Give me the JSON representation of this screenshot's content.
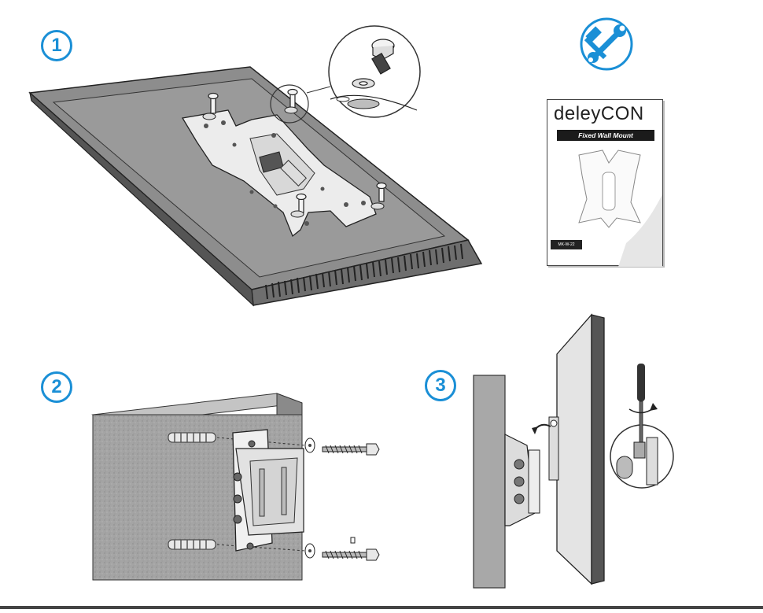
{
  "steps": [
    {
      "number": "1"
    },
    {
      "number": "2"
    },
    {
      "number": "3"
    }
  ],
  "manual": {
    "brand": "deleyCON",
    "title": "Fixed Wall Mount",
    "code": "MK-W-22",
    "tiny_text": ""
  },
  "icons": {
    "tools": "hammer-wrench-icon",
    "rotate": "rotate-arrow-icon"
  },
  "colors": {
    "accent": "#1a8fd6",
    "panel": "#8c8c8c",
    "bracket": "#e9e9e9",
    "wall": "#a7a7a7"
  }
}
